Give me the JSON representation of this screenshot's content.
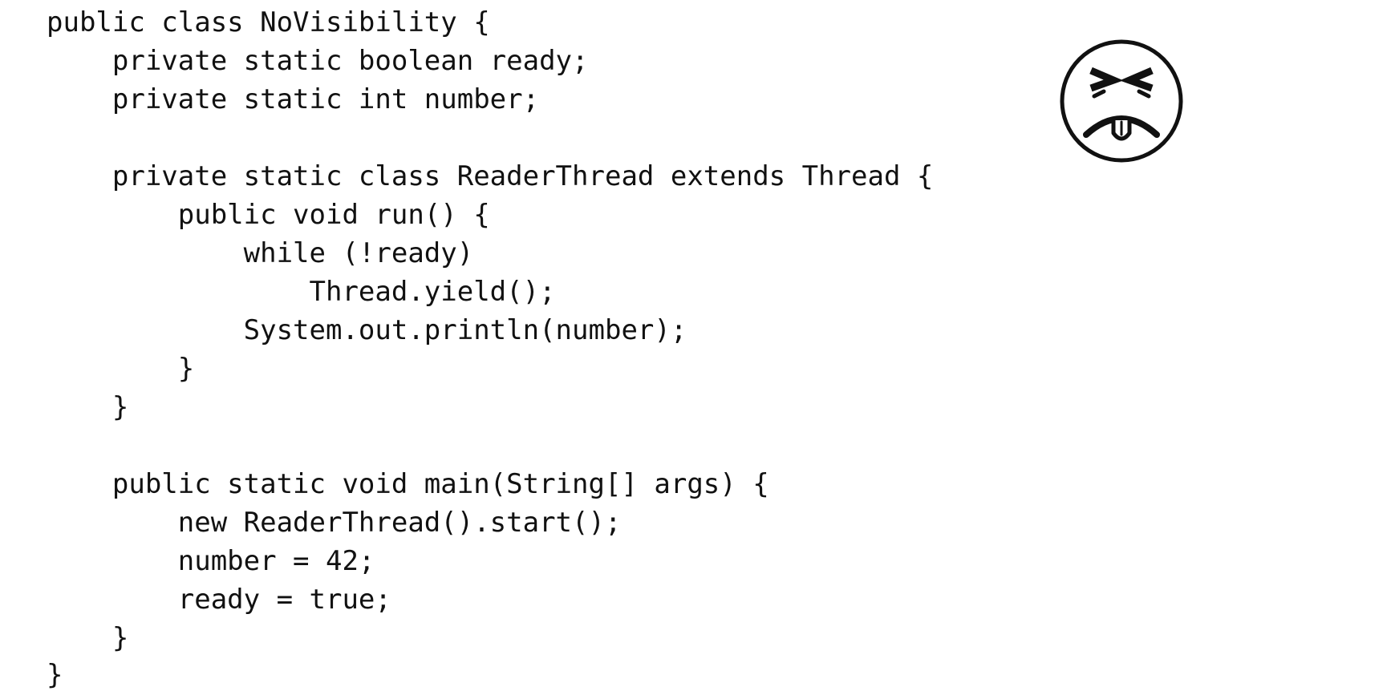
{
  "code": {
    "language": "java",
    "lines": [
      "public class NoVisibility {",
      "    private static boolean ready;",
      "    private static int number;",
      "",
      "    private static class ReaderThread extends Thread {",
      "        public void run() {",
      "            while (!ready)",
      "                Thread.yield();",
      "            System.out.println(number);",
      "        }",
      "    }",
      "",
      "    public static void main(String[] args) {",
      "        new ReaderThread().start();",
      "        number = 42;",
      "        ready = true;",
      "    }",
      "}"
    ]
  },
  "illustration": {
    "icon": "disgusted-face-icon",
    "color": "#111111"
  }
}
